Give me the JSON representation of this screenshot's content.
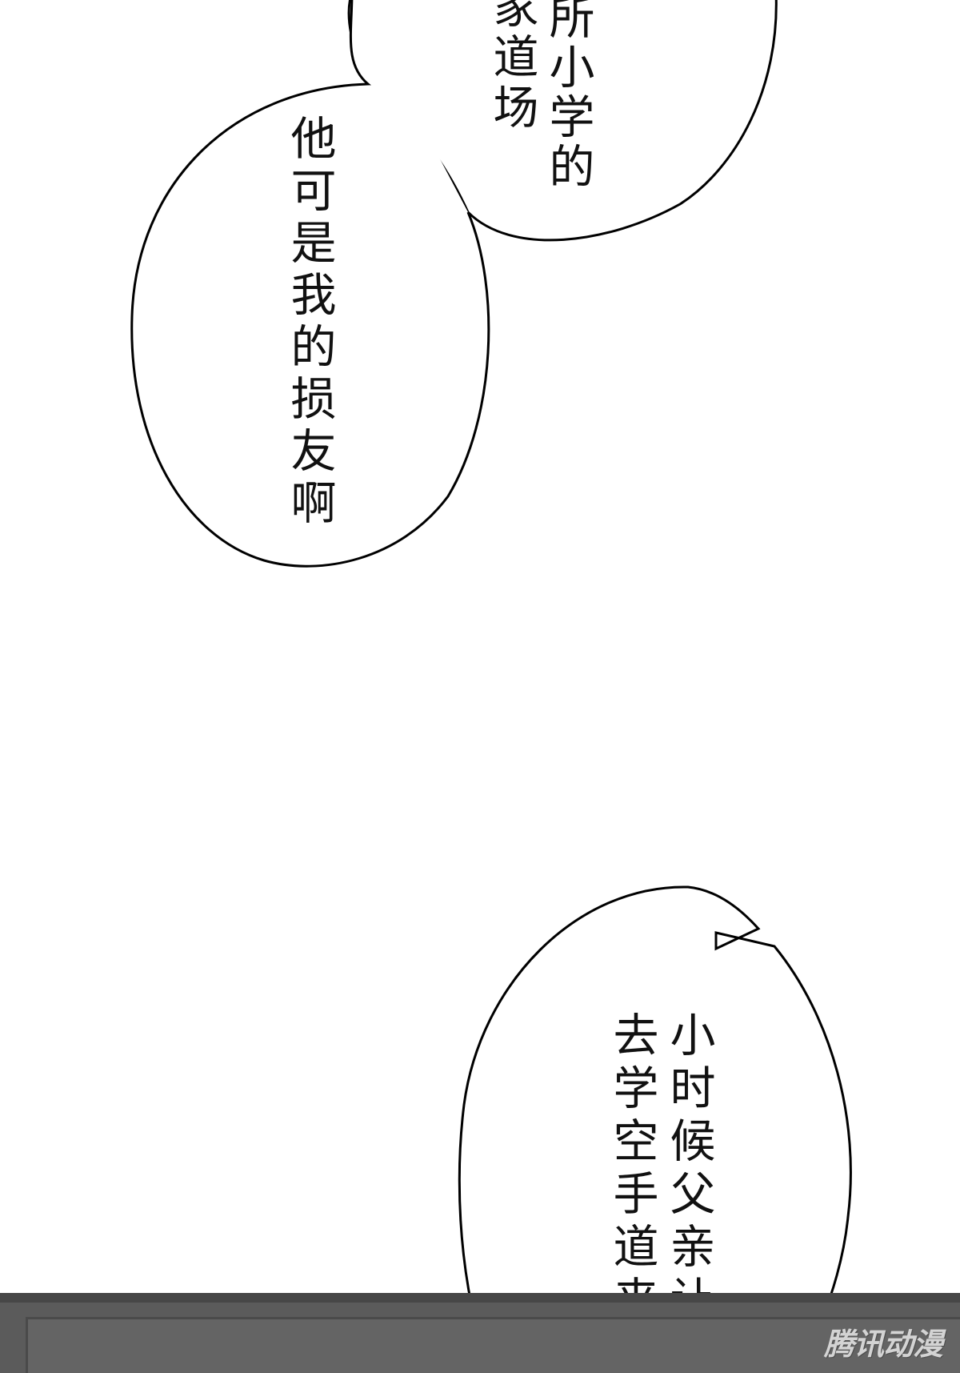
{
  "panel": {
    "background_color": "#ffffff",
    "ink_color": "#111111",
    "floor_color": "#5b5b5b"
  },
  "bubble_top": {
    "line_1": "所小学的",
    "line_2": "家道场"
  },
  "bubble_middle": {
    "line_1": "他可是我的损友啊"
  },
  "bubble_bottom": {
    "line_1": "小时候父亲让我",
    "line_2": "去学空手道来着"
  },
  "watermark": {
    "text": "腾讯动漫"
  }
}
